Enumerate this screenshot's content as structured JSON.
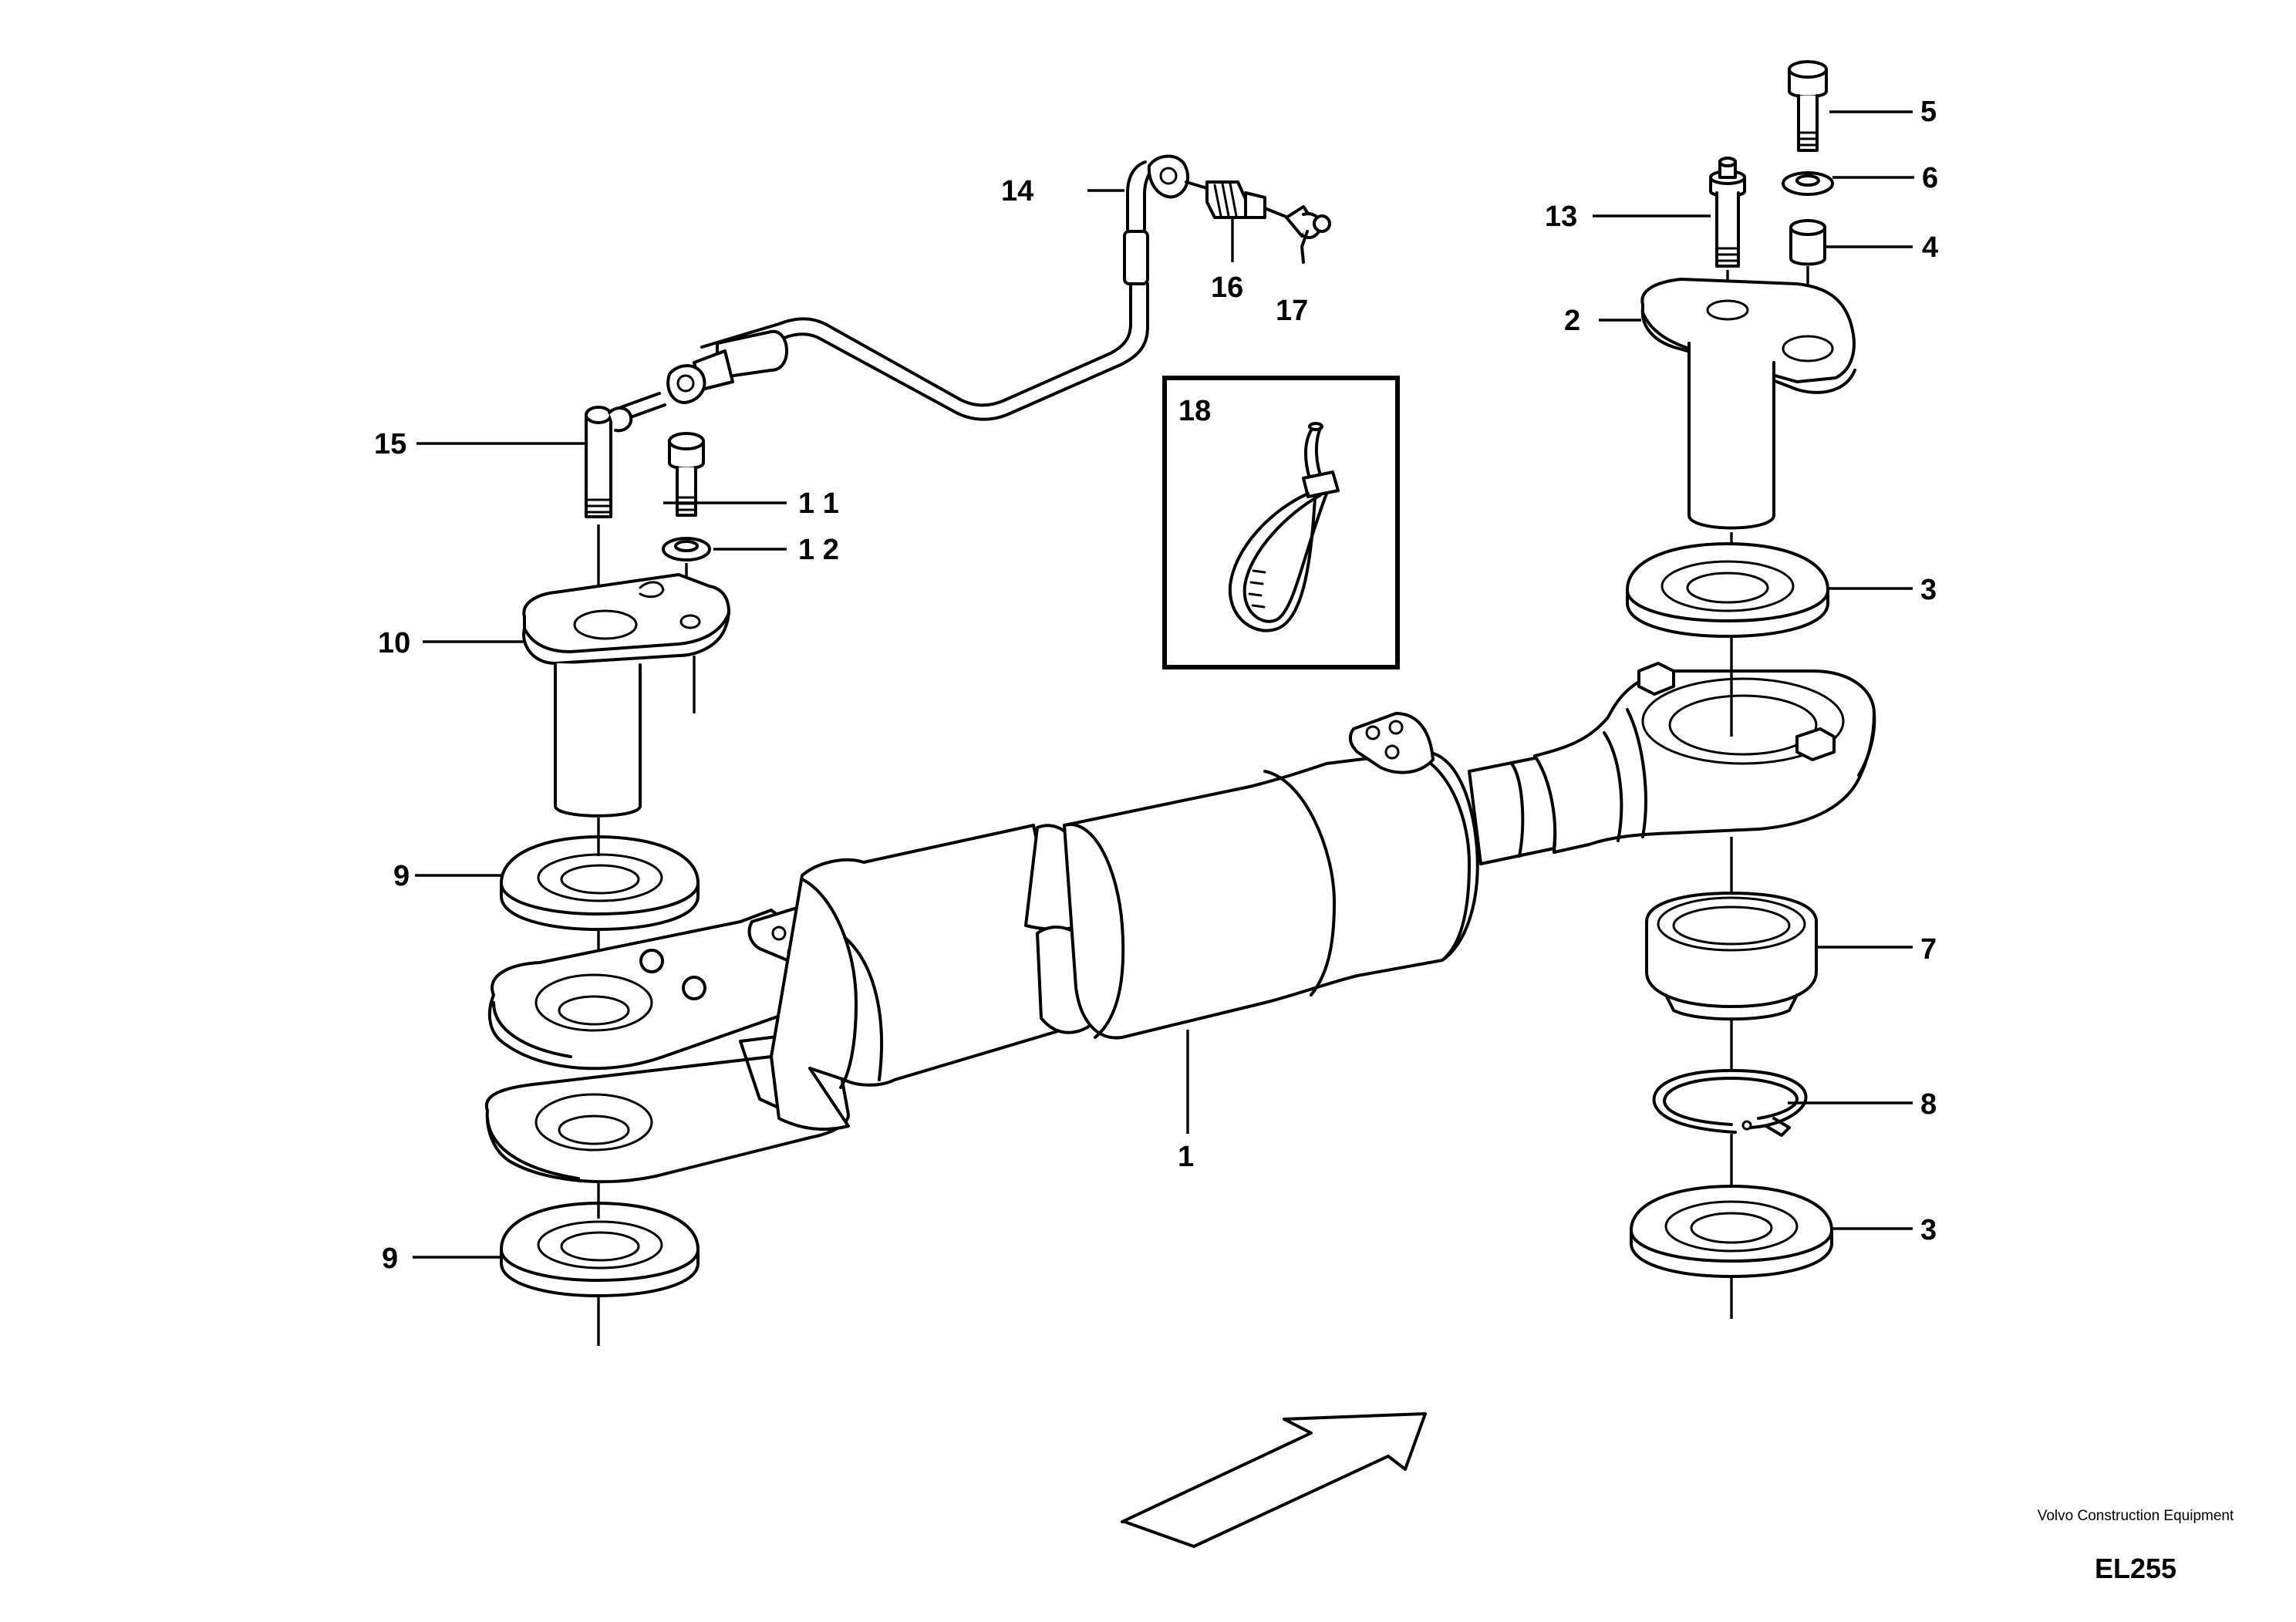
{
  "callouts": {
    "c1": "1",
    "c2": "2",
    "c3a": "3",
    "c3b": "3",
    "c4": "4",
    "c5": "5",
    "c6": "6",
    "c7": "7",
    "c8": "8",
    "c9a": "9",
    "c9b": "9",
    "c10": "10",
    "c11": "1 1",
    "c12": "1 2",
    "c13": "13",
    "c14": "14",
    "c15": "15",
    "c16": "16",
    "c17": "17",
    "c18": "18"
  },
  "footer": {
    "company": "Volvo Construction Equipment",
    "code": "EL255"
  },
  "colors": {
    "line": "#000000",
    "background": "#ffffff"
  }
}
